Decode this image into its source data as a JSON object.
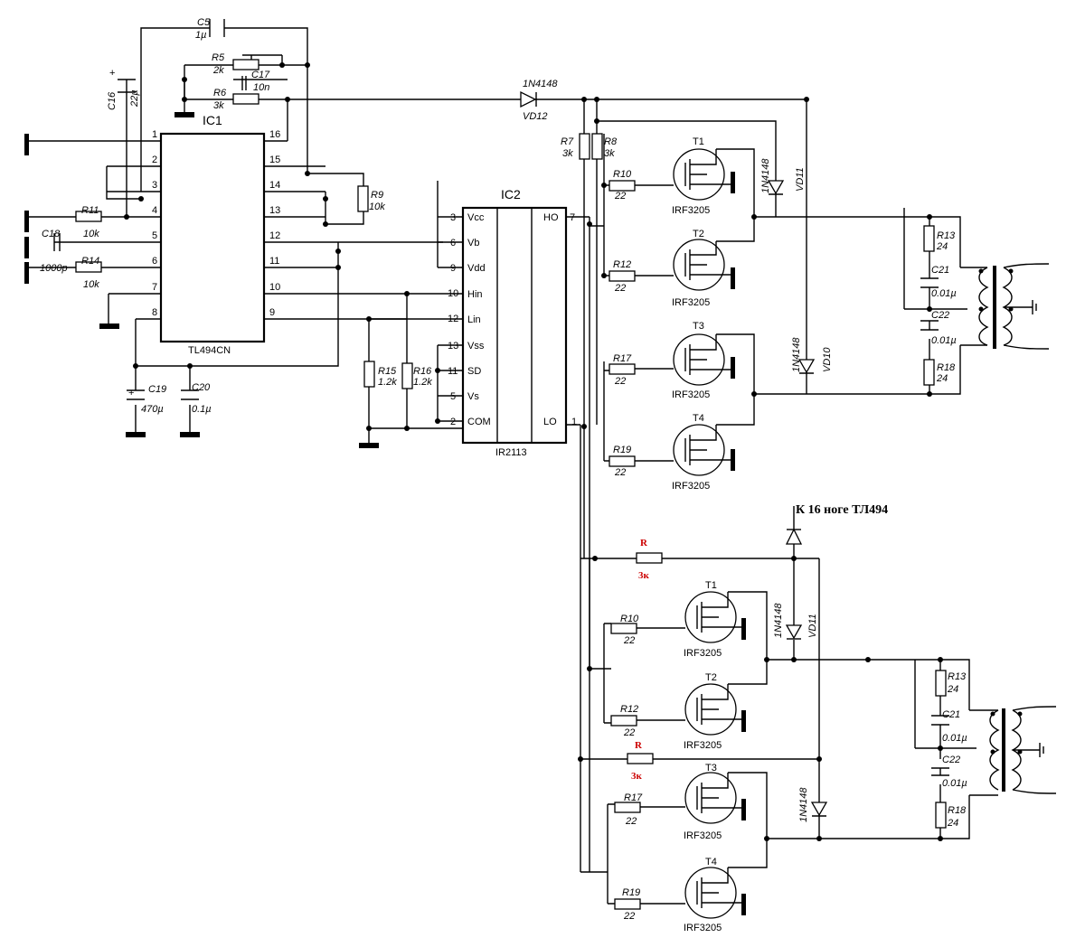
{
  "ic1": {
    "name": "IC1",
    "part": "TL494CN",
    "left_pins": [
      "1",
      "2",
      "3",
      "4",
      "5",
      "6",
      "7",
      "8"
    ],
    "right_pins": [
      "16",
      "15",
      "14",
      "13",
      "12",
      "11",
      "10",
      "9"
    ]
  },
  "ic2": {
    "name": "IC2",
    "part": "IR2113",
    "left_pins": [
      {
        "num": "3",
        "sig": "Vcc"
      },
      {
        "num": "6",
        "sig": "Vb"
      },
      {
        "num": "9",
        "sig": "Vdd"
      },
      {
        "num": "10",
        "sig": "Hin"
      },
      {
        "num": "12",
        "sig": "Lin"
      },
      {
        "num": "13",
        "sig": "Vss"
      },
      {
        "num": "11",
        "sig": "SD"
      },
      {
        "num": "5",
        "sig": "Vs"
      },
      {
        "num": "2",
        "sig": "COM"
      }
    ],
    "right_pins": [
      {
        "num": "7",
        "sig": "HO"
      },
      {
        "num": "1",
        "sig": "LO"
      }
    ]
  },
  "components": {
    "c5": {
      "ref": "C5",
      "val": "1µ"
    },
    "c16": {
      "ref": "C16",
      "val": "22µ",
      "plus": "+"
    },
    "r5": {
      "ref": "R5",
      "val": "2k"
    },
    "c17": {
      "ref": "C17",
      "val": "10n"
    },
    "r6": {
      "ref": "R6",
      "val": "3k"
    },
    "r9": {
      "ref": "R9",
      "val": "10k"
    },
    "r11": {
      "ref": "R11",
      "val": "10k"
    },
    "c18": {
      "ref": "C18",
      "val": "1000p"
    },
    "r14": {
      "ref": "R14",
      "val": "10k"
    },
    "c19": {
      "ref": "C19",
      "val": "470µ",
      "plus": "+"
    },
    "c20": {
      "ref": "C20",
      "val": "0.1µ"
    },
    "r15": {
      "ref": "R15",
      "val": "1.2k"
    },
    "r16": {
      "ref": "R16",
      "val": "1.2k"
    },
    "vd12": {
      "ref": "VD12",
      "part": "1N4148"
    },
    "r7": {
      "ref": "R7",
      "val": "3k"
    },
    "r8": {
      "ref": "R8",
      "val": "3k"
    },
    "vd11": {
      "ref": "VD11",
      "part": "1N4148"
    },
    "vd10": {
      "ref": "VD10",
      "part": "1N4148"
    }
  },
  "upper_stage": {
    "transistors": [
      {
        "ref": "T1",
        "part": "IRF3205",
        "gate_r": "R10",
        "gate_val": "22"
      },
      {
        "ref": "T2",
        "part": "IRF3205",
        "gate_r": "R12",
        "gate_val": "22"
      },
      {
        "ref": "T3",
        "part": "IRF3205",
        "gate_r": "R17",
        "gate_val": "22"
      },
      {
        "ref": "T4",
        "part": "IRF3205",
        "gate_r": "R19",
        "gate_val": "22"
      }
    ],
    "snubber": {
      "r13": "R13",
      "r13v": "24",
      "c21": "C21",
      "c21v": "0.01µ",
      "c22": "C22",
      "c22v": "0.01µ",
      "r18": "R18",
      "r18v": "24"
    }
  },
  "lower_stage": {
    "note": "К 16 ноге ТЛ494",
    "res_a": {
      "ref": "R",
      "val": "3к"
    },
    "res_b": {
      "ref": "R",
      "val": "3к"
    },
    "diode_a": {
      "ref": "VD11",
      "part": "1N4148"
    },
    "diode_b_part": "1N4148",
    "transistors": [
      {
        "ref": "T1",
        "part": "IRF3205",
        "gate_r": "R10",
        "gate_val": "22"
      },
      {
        "ref": "T2",
        "part": "IRF3205",
        "gate_r": "R12",
        "gate_val": "22"
      },
      {
        "ref": "T3",
        "part": "IRF3205",
        "gate_r": "R17",
        "gate_val": "22"
      },
      {
        "ref": "T4",
        "part": "IRF3205",
        "gate_r": "R19",
        "gate_val": "22"
      }
    ],
    "snubber": {
      "r13": "R13",
      "r13v": "24",
      "c21": "C21",
      "c21v": "0.01µ",
      "c22": "C22",
      "c22v": "0.01µ",
      "r18": "R18",
      "r18v": "24"
    }
  }
}
